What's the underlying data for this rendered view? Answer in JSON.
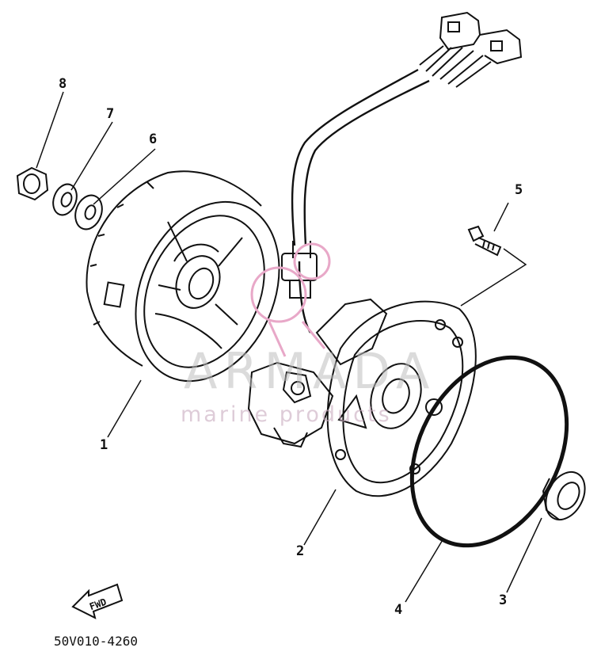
{
  "callouts": {
    "c1": "1",
    "c2": "2",
    "c3": "3",
    "c4": "4",
    "c5": "5",
    "c6": "6",
    "c7": "7",
    "c8": "8"
  },
  "fwd_label": "FWD",
  "part_code": "50V010-4260",
  "watermark": {
    "title": "ARMADA",
    "subtitle": "marine products",
    "logo_color": "#e8a8c8"
  },
  "line_color": "#111111",
  "icons": [
    "fwd-arrow-icon",
    "armada-logo-icon"
  ]
}
